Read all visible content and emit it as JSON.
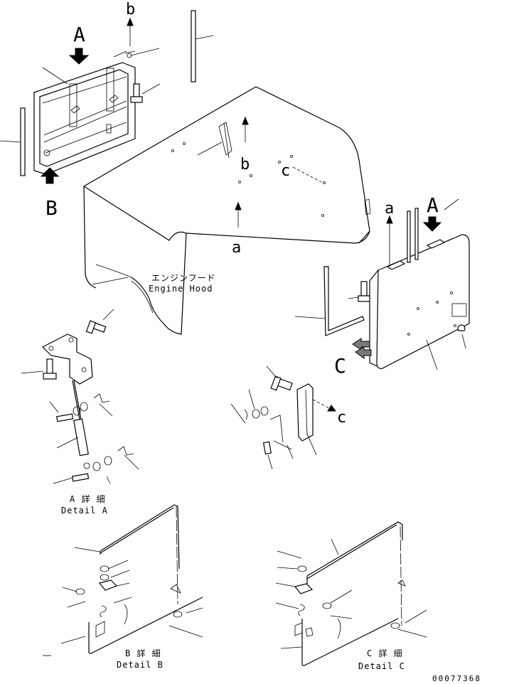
{
  "labels": {
    "view_A_top": "A",
    "view_A_right": "A",
    "view_B": "B",
    "view_C": "C",
    "ref_b_top": "b",
    "ref_b_hood": "b",
    "ref_c_hood": "c",
    "ref_a_hood": "a",
    "ref_a_right": "a",
    "ref_c_bracket": "c"
  },
  "engine_hood": {
    "jp": "エンジンフード",
    "en": "Engine Hood"
  },
  "details": {
    "a_jp": "A 詳 細",
    "a_en": "Detail A",
    "b_jp": "B 詳 細",
    "b_en": "Detail B",
    "c_jp": "C 詳 細",
    "c_en": "Detail C"
  },
  "drawing_number": "00077368"
}
